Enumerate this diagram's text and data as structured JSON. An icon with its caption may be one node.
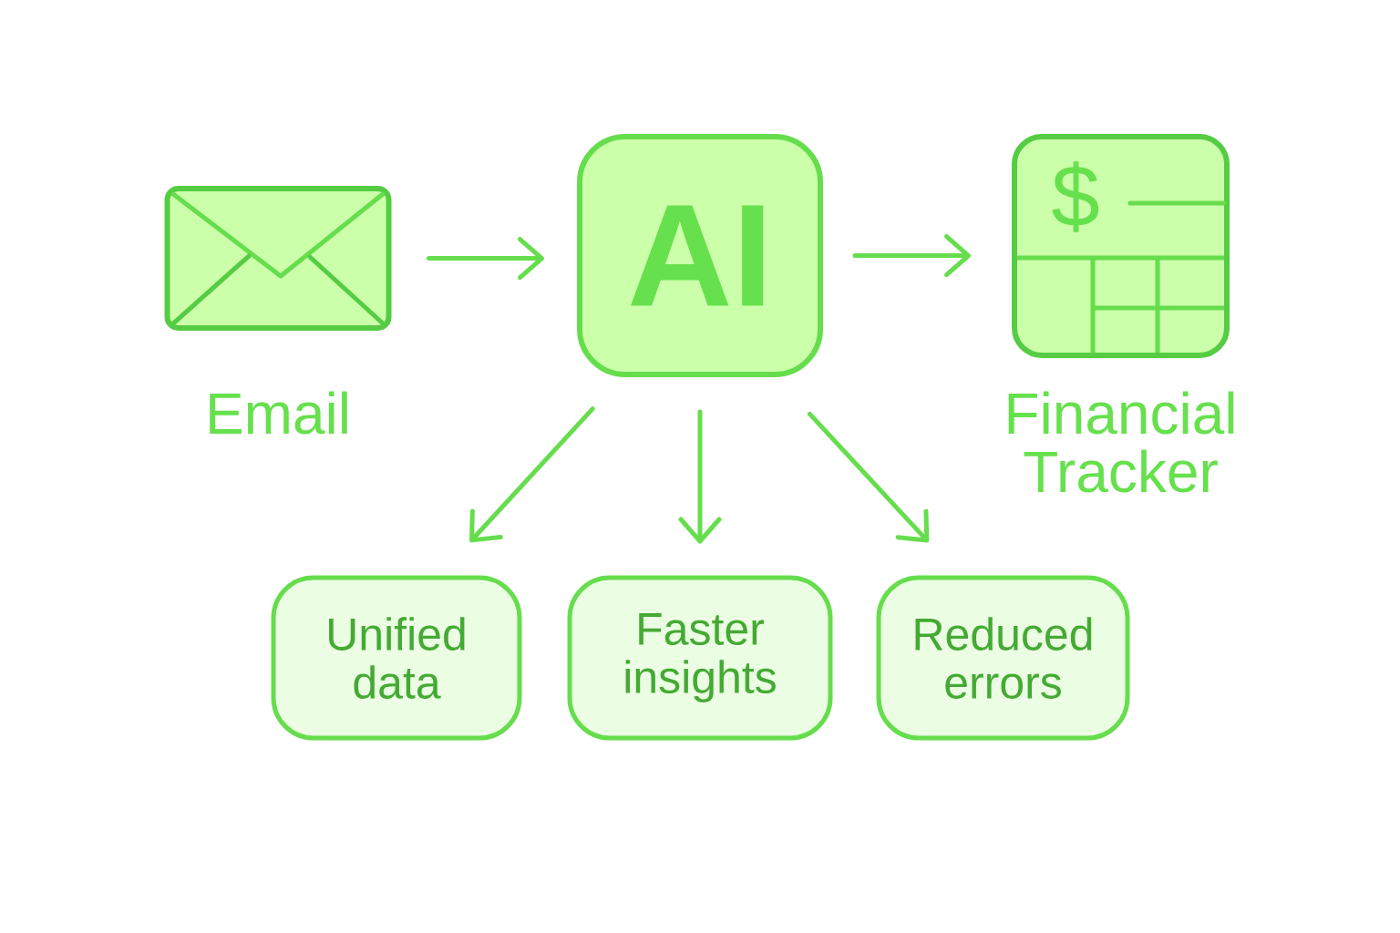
{
  "diagram": {
    "nodes": [
      {
        "text": [
          "Email"
        ]
      },
      {
        "text": [
          "AI"
        ]
      },
      {
        "text": [
          "$",
          "Financial Tracker"
        ]
      },
      {
        "text": [
          "Unified data"
        ]
      },
      {
        "text": [
          "Faster insights"
        ]
      },
      {
        "text": [
          "Reduced errors"
        ]
      }
    ],
    "edges": [
      {
        "from": 0,
        "to": 1,
        "arrow": "to"
      },
      {
        "from": 1,
        "to": 2,
        "arrow": "to"
      },
      {
        "from": 1,
        "to": 3,
        "arrow": "to"
      },
      {
        "from": 1,
        "to": 4,
        "arrow": "to"
      },
      {
        "from": 1,
        "to": 5,
        "arrow": "to"
      }
    ]
  }
}
